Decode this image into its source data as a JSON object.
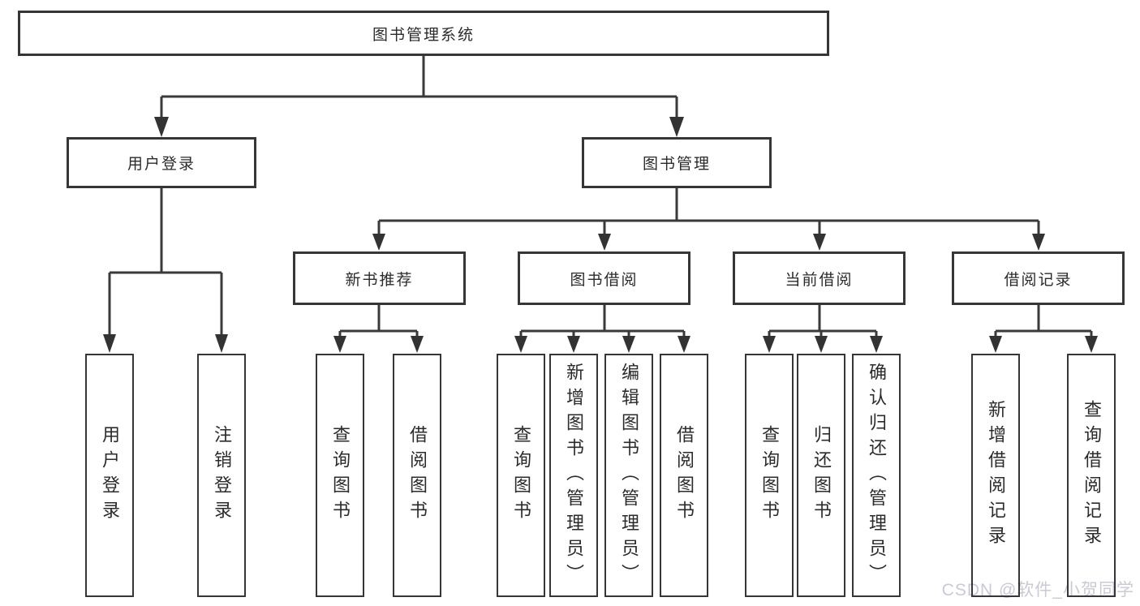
{
  "nodes": {
    "root": "图书管理系统",
    "userLogin": "用户登录",
    "bookMgmt": "图书管理",
    "newBook": "新书推荐",
    "bookBorrow": "图书借阅",
    "currentBorrow": "当前借阅",
    "borrowRecord": "借阅记录"
  },
  "leaves": {
    "userLogin": [
      "用户登录",
      "注销登录"
    ],
    "newBook": [
      "查询图书",
      "借阅图书"
    ],
    "bookBorrow": [
      "查询图书",
      "新增图书（管理员）",
      "编辑图书（管理员）",
      "借阅图书"
    ],
    "currentBorrow": [
      "查询图书",
      "归还图书",
      "确认归还（管理员）"
    ],
    "borrowRecord": [
      "新增借阅记录",
      "查询借阅记录"
    ]
  },
  "watermark": "CSDN @软件_小贺同学",
  "colors": {
    "line": "#3a3a3a",
    "border": "#363636",
    "text": "#2b2b2b",
    "watermark": "#c9cad5",
    "background": "#ffffff"
  }
}
